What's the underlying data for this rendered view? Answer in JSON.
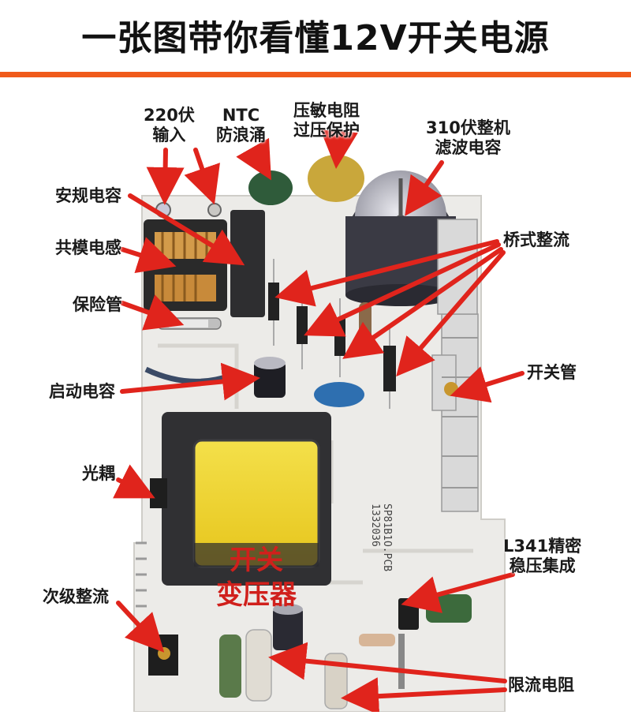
{
  "title": "一张图带你看懂12V开关电源",
  "colors": {
    "accent_rule": "#f05a1a",
    "arrow": "#e0241c",
    "label_text": "#1a1a1a",
    "coil_text": "#d0201c"
  },
  "labels": {
    "input_220v": "220伏\n输入",
    "ntc": "NTC\n防浪涌",
    "varistor": "压敏电阻\n过压保护",
    "filter_cap": "310伏整机\n滤波电容",
    "safety_cap": "安规电容",
    "common_mode_inductor": "共模电感",
    "bridge_rectifier": "桥式整流",
    "fuse": "保险管",
    "switch_tube": "开关管",
    "startup_cap": "启动电容",
    "optocoupler": "光耦",
    "l341": "L341精密\n稳压集成",
    "secondary_rectifier": "次级整流",
    "current_limit_resistor": "限流电阻"
  },
  "transformer_text": "开关\n变压器",
  "pcb_silkscreen": "SP81B1O.PCB\n1332036"
}
